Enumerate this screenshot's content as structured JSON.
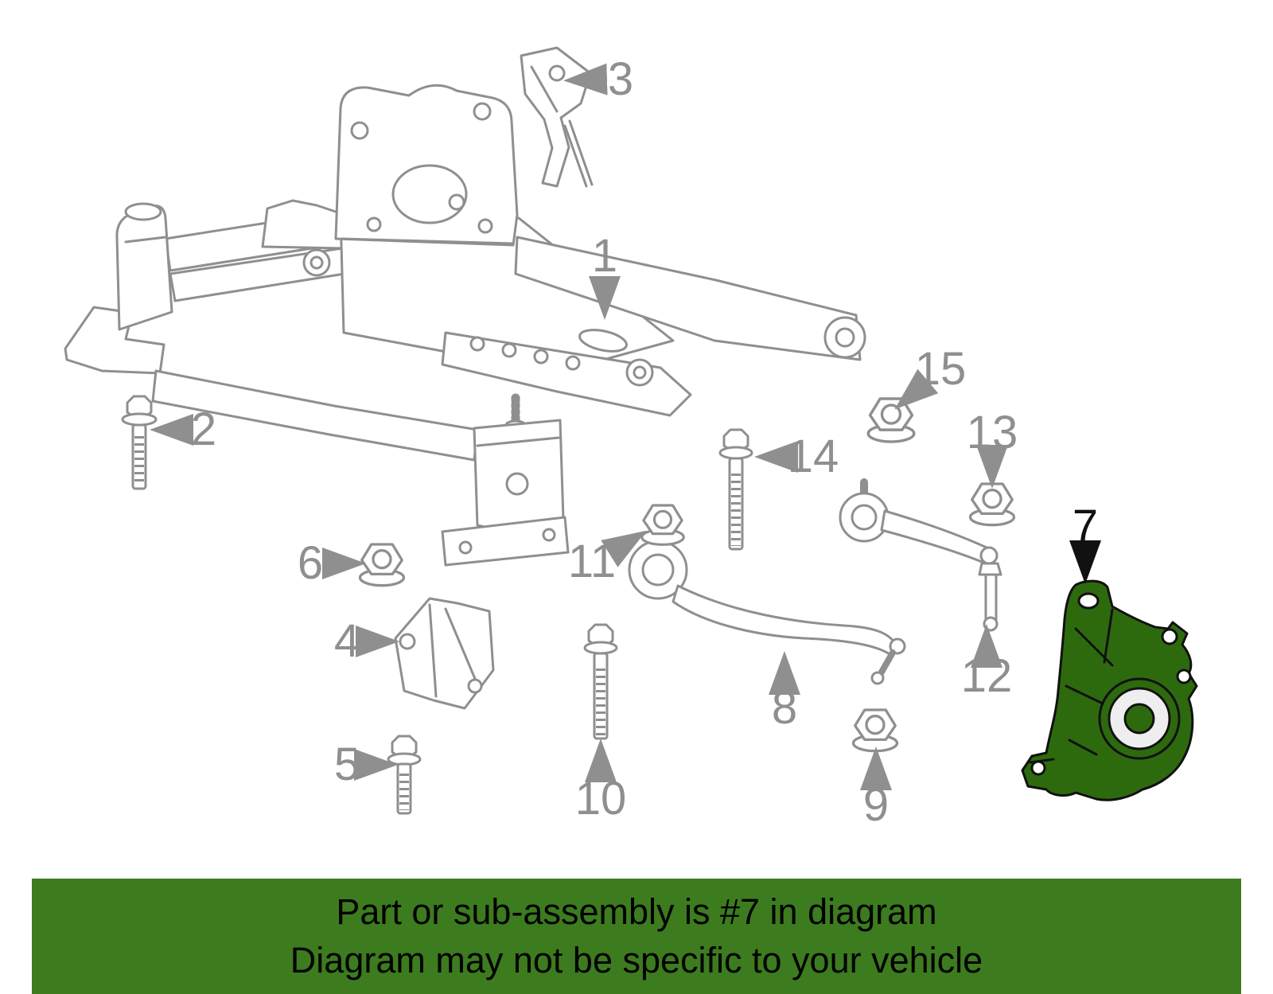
{
  "banner": {
    "line1": "Part or sub-assembly is #7 in diagram",
    "line2": "Diagram may not be specific to your vehicle",
    "background_color": "#3d7b1f",
    "text_color": "#000000"
  },
  "diagram": {
    "type": "parts-diagram",
    "highlighted_part": "7",
    "highlight_color": "#2d6a0e",
    "line_color": "#8f8f8f",
    "callouts": [
      {
        "label": "1"
      },
      {
        "label": "2"
      },
      {
        "label": "3"
      },
      {
        "label": "4"
      },
      {
        "label": "5"
      },
      {
        "label": "6"
      },
      {
        "label": "7"
      },
      {
        "label": "8"
      },
      {
        "label": "9"
      },
      {
        "label": "10"
      },
      {
        "label": "11"
      },
      {
        "label": "12"
      },
      {
        "label": "13"
      },
      {
        "label": "14"
      },
      {
        "label": "15"
      }
    ]
  }
}
